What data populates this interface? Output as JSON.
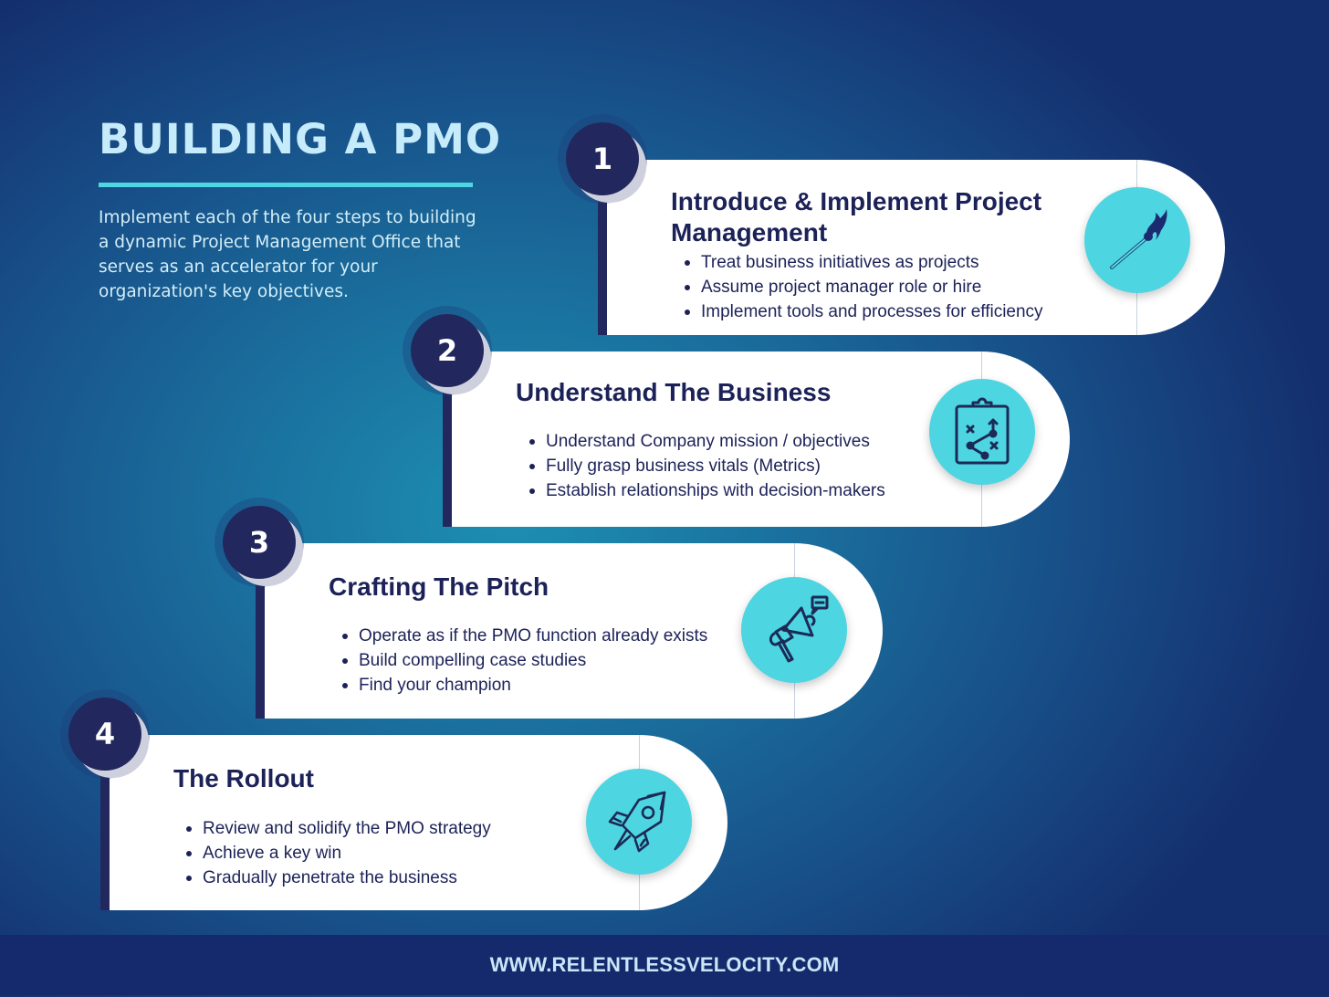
{
  "header": {
    "title": "BUILDING A PMO",
    "description": "Implement each of the four steps to building a dynamic Project Management Office that serves as an accelerator for your organization's key objectives."
  },
  "colors": {
    "background_dark": "#142f6e",
    "background_light": "#1d8fb2",
    "title_text": "#c6ecfb",
    "accent_rule": "#4fd6e4",
    "number_circle": "#22285e",
    "card": "#ffffff",
    "card_text": "#1c2258",
    "icon_disc": "#4dd5e1",
    "footer": "#142a6c"
  },
  "steps": [
    {
      "number": "1",
      "title_line1": "Introduce & Implement Project",
      "title_line2": "Management",
      "bullets": [
        "Treat business initiatives as projects",
        "Assume project manager role or hire",
        "Implement tools and processes for efficiency"
      ],
      "icon": "lit-match-icon"
    },
    {
      "number": "2",
      "title_line1": "Understand The Business",
      "bullets": [
        "Understand Company mission / objectives",
        "Fully grasp business vitals (Metrics)",
        "Establish relationships with decision-makers"
      ],
      "icon": "strategy-clipboard-icon"
    },
    {
      "number": "3",
      "title_line1": "Crafting The Pitch",
      "bullets": [
        "Operate as if the PMO function already exists",
        "Build compelling case studies",
        "Find your champion"
      ],
      "icon": "megaphone-icon"
    },
    {
      "number": "4",
      "title_line1": "The Rollout",
      "bullets": [
        "Review and solidify the PMO strategy",
        "Achieve a key win",
        "Gradually penetrate the business"
      ],
      "icon": "rocket-icon"
    }
  ],
  "footer": {
    "url": "WWW.RELENTLESSVELOCITY.COM"
  }
}
